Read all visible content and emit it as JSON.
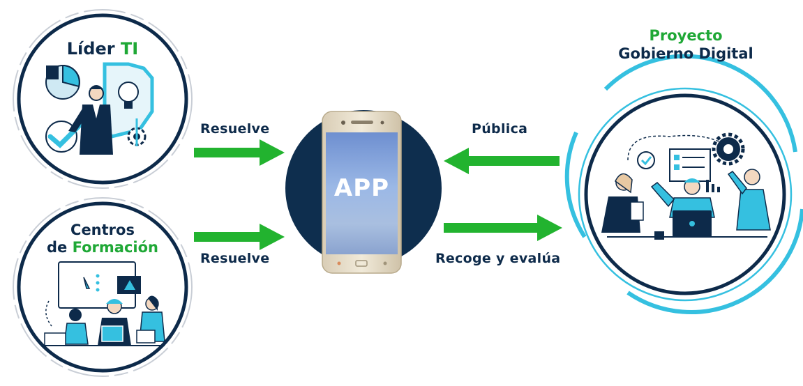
{
  "nodes": {
    "lider": {
      "title_a": "Líder",
      "title_b": "TI"
    },
    "centros": {
      "title_line1": "Centros",
      "title_line2_a": "de",
      "title_line2_b": "Formación"
    },
    "gobierno": {
      "title_line1": "Proyecto",
      "title_line2": "Gobierno Digital"
    },
    "app": {
      "screen_text": "APP"
    }
  },
  "edges": {
    "lider_to_app": "Resuelve",
    "centros_to_app": "Resuelve",
    "gobierno_to_app": "Pública",
    "app_to_gobierno": "Recoge y evalúa"
  },
  "colors": {
    "navy": "#0d2a4a",
    "green": "#1fa836",
    "cyan": "#35c0e0",
    "arrow_green": "#22b32f",
    "disc": "#0e2e4e"
  }
}
